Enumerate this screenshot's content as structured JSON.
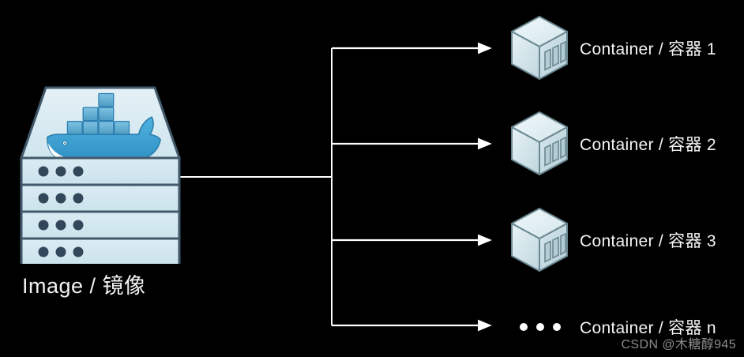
{
  "background_color": "#000000",
  "source": {
    "image_node": {
      "label": "Image / 镜像",
      "icon": "docker-image-rack-icon",
      "whale_icon": "docker-whale-icon",
      "rack_rows": 4,
      "dots_per_row": 3,
      "fill_color": "#d4e7ef",
      "stroke_color": "#4a6475",
      "dot_color": "#33475a",
      "whale_color": "#3d9bd4"
    }
  },
  "connector": {
    "type": "one-to-many-branch",
    "color": "#ffffff",
    "trunk_label": "",
    "branch_count": 4,
    "arrowhead": "solid-triangle"
  },
  "containers": [
    {
      "label": "Container / 容器 1",
      "icon": "container-cube-icon",
      "has_ellipsis": false
    },
    {
      "label": "Container / 容器 2",
      "icon": "container-cube-icon",
      "has_ellipsis": false
    },
    {
      "label": "Container / 容器 3",
      "icon": "container-cube-icon",
      "has_ellipsis": false
    },
    {
      "label": "Container / 容器 n",
      "icon": "ellipsis-icon",
      "has_ellipsis": true
    }
  ],
  "watermark": {
    "text": "CSDN @木糖醇945",
    "color": "#8d8d8d"
  }
}
